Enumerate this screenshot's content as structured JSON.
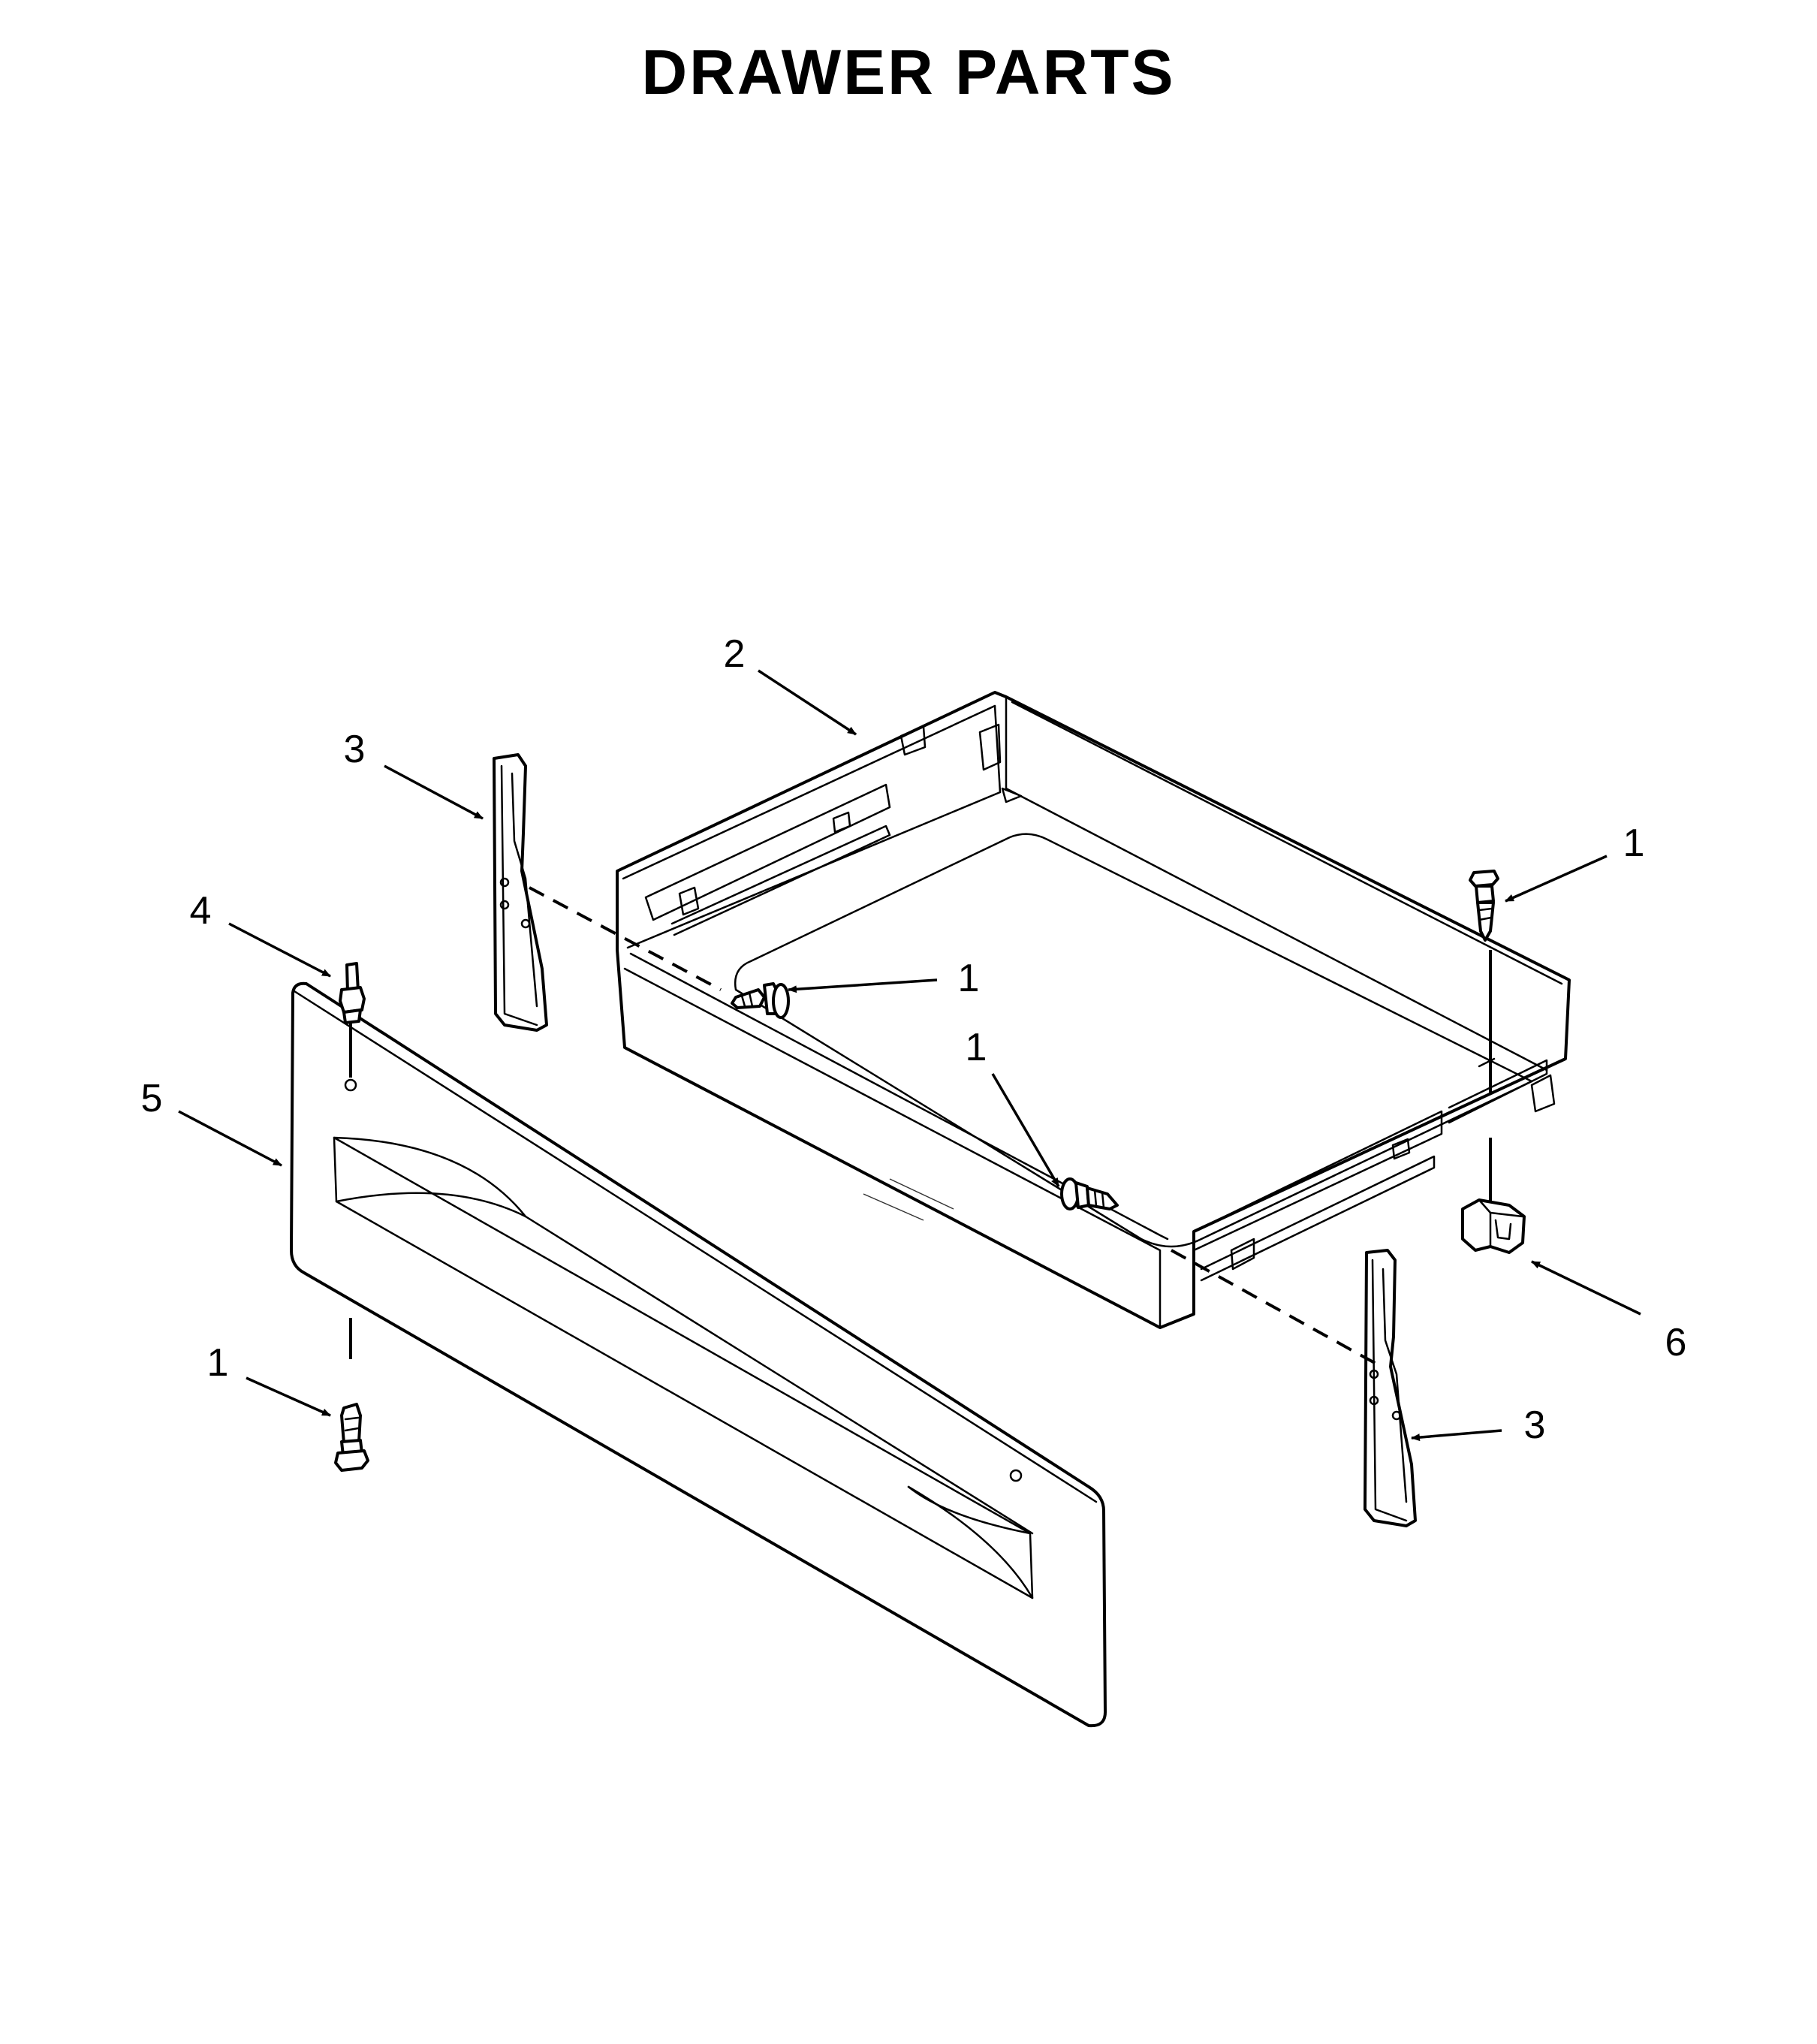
{
  "title": "DRAWER PARTS",
  "callouts": [
    {
      "id": "c2",
      "label": "2"
    },
    {
      "id": "c3a",
      "label": "3"
    },
    {
      "id": "c4",
      "label": "4"
    },
    {
      "id": "c5",
      "label": "5"
    },
    {
      "id": "c1a",
      "label": "1"
    },
    {
      "id": "c1b",
      "label": "1"
    },
    {
      "id": "c1c",
      "label": "1"
    },
    {
      "id": "c1d",
      "label": "1"
    },
    {
      "id": "c6",
      "label": "6"
    },
    {
      "id": "c3b",
      "label": "3"
    }
  ]
}
